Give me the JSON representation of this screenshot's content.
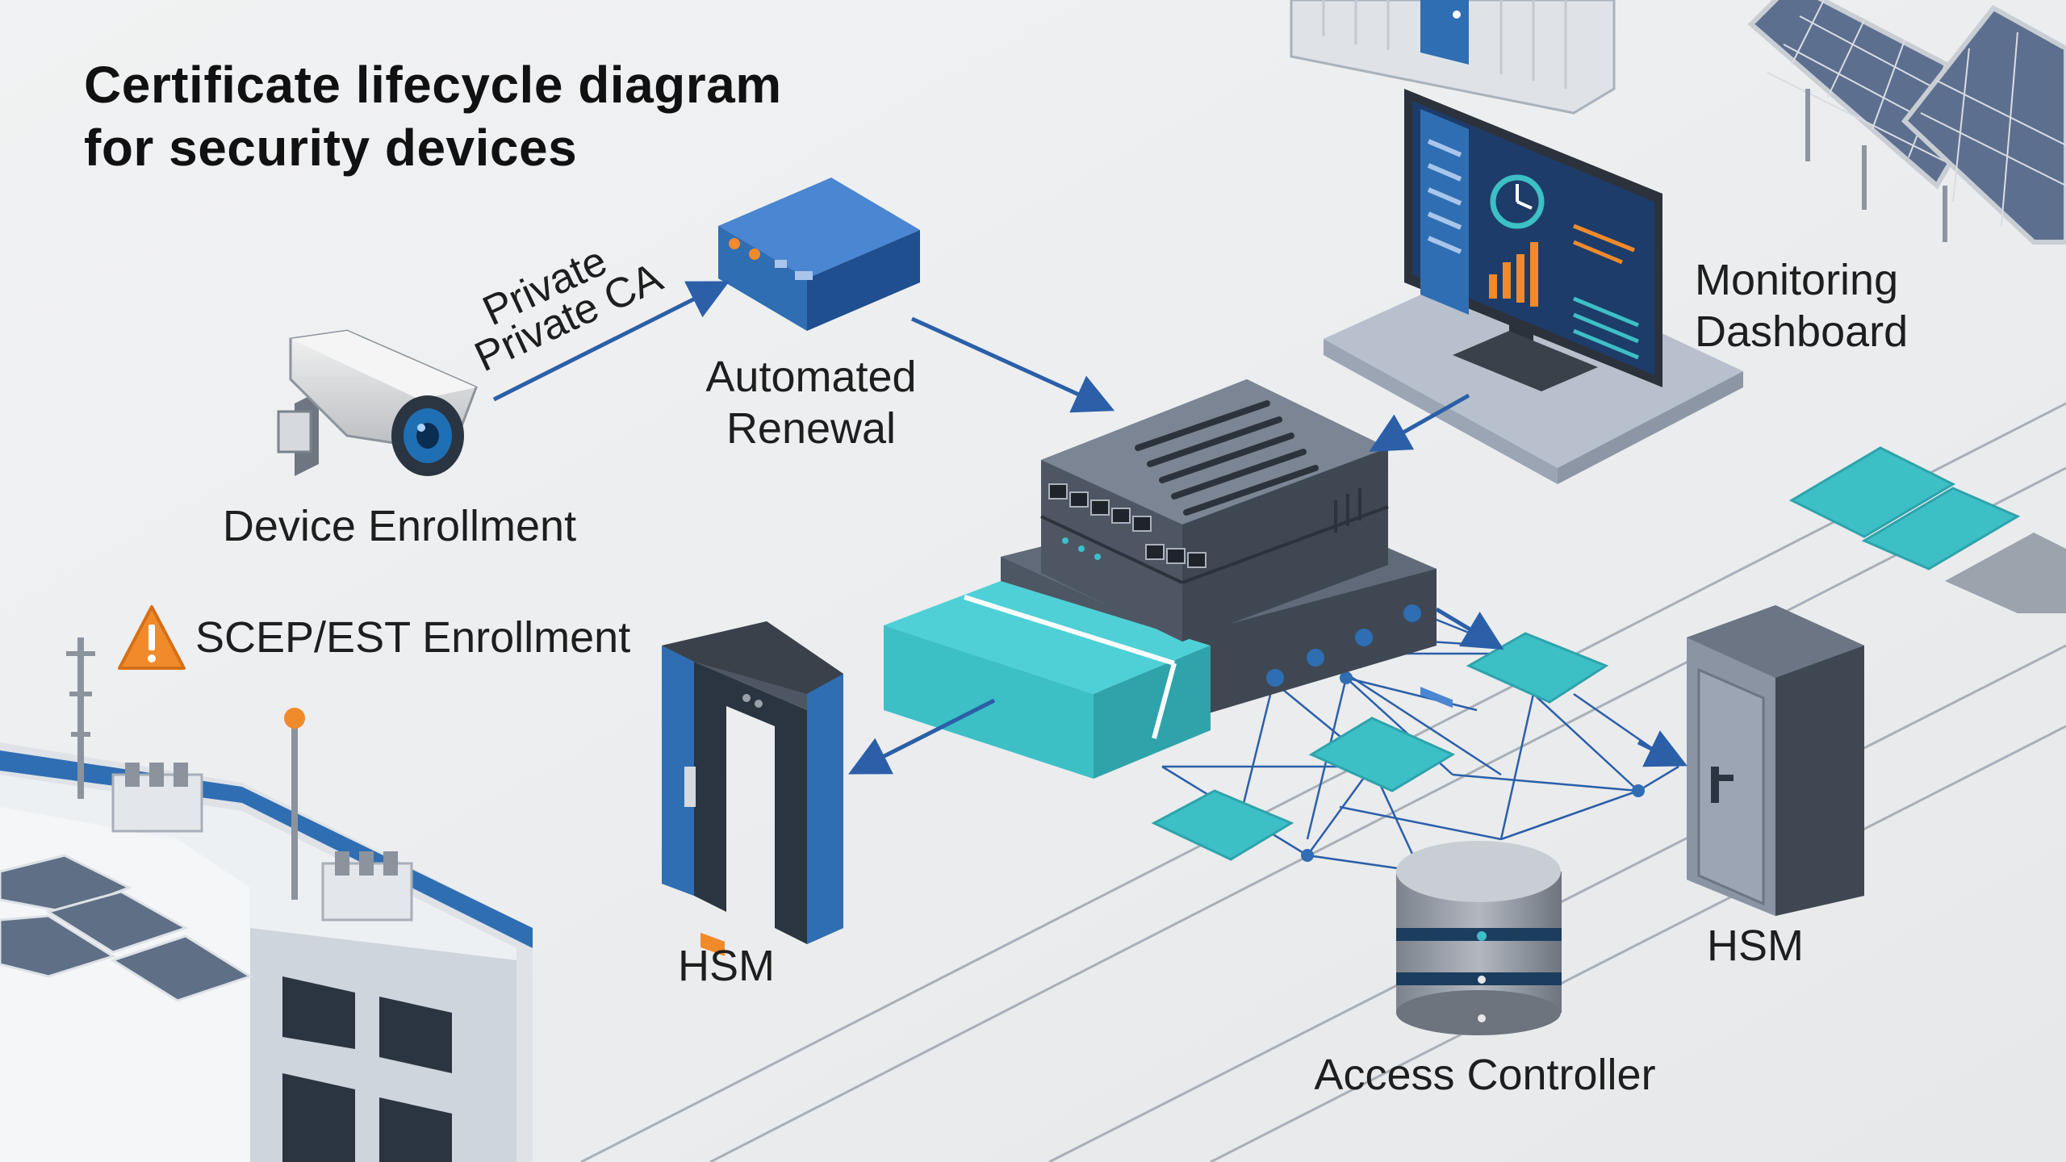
{
  "diagram": {
    "title_line1": "Certificate lifecycle diagram",
    "title_line2": "for security devices"
  },
  "labels": {
    "private_upper": "Private",
    "private_ca": "Private CA",
    "automated_renewal_line1": "Automated",
    "automated_renewal_line2": "Renewal",
    "device_enrollment": "Device Enrollment",
    "scep_est_enrollment": "SCEP/EST Enrollment",
    "monitoring_line1": "Monitoring",
    "monitoring_line2": "Dashboard",
    "hsm_left": "HSM",
    "hsm_right": "HSM",
    "access_controller": "Access Controller"
  },
  "icons": [
    "security-camera-icon",
    "private-ca-appliance-icon",
    "network-switch-icon",
    "monitoring-dashboard-icon",
    "hsm-gate-icon",
    "hsm-door-icon",
    "database-icon",
    "warning-icon",
    "solar-panel-icon",
    "building-icon"
  ],
  "colors": {
    "accent_teal": "#3dbfc6",
    "accent_blue": "#2f6eb3",
    "arrow_blue": "#2b5fa8",
    "warning_orange": "#f08a2b",
    "background": "#eceef0"
  }
}
